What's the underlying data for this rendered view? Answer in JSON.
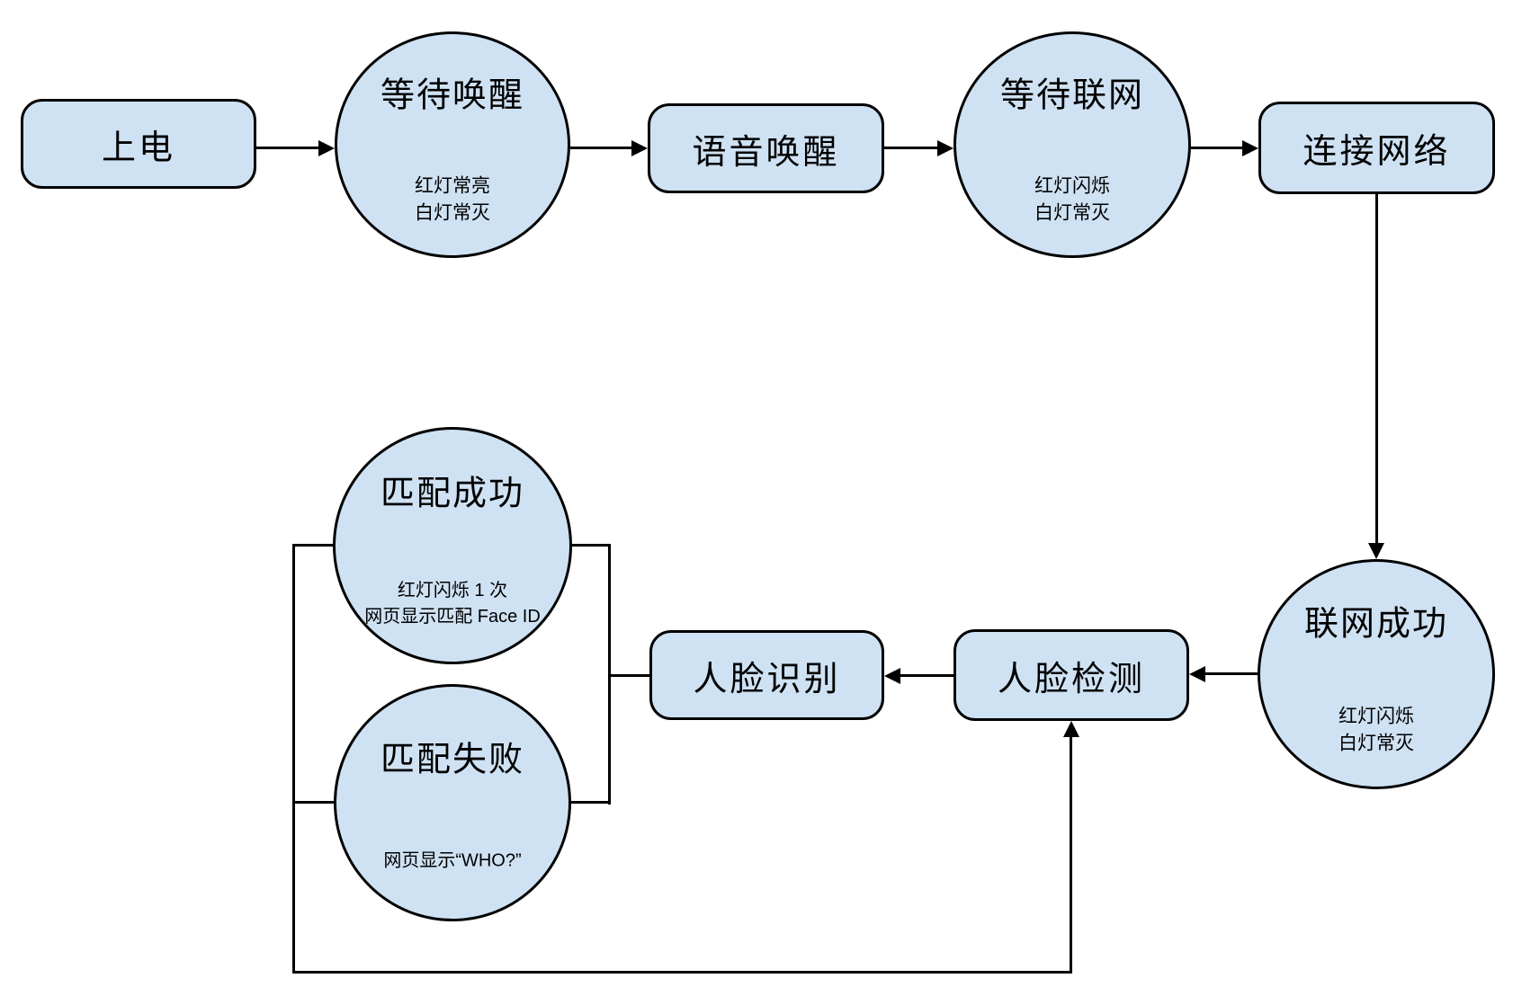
{
  "colors": {
    "background": "#ffffff",
    "node_fill": "#cfe2f3",
    "node_border": "#000000",
    "line": "#000000"
  },
  "nodes": {
    "power_on": {
      "label": "上电"
    },
    "wait_wake": {
      "title": "等待唤醒",
      "subtext": "红灯常亮\n白灯常灭"
    },
    "voice_wake": {
      "label": "语音唤醒"
    },
    "wait_network": {
      "title": "等待联网",
      "subtext": "红灯闪烁\n白灯常灭"
    },
    "connect_network": {
      "label": "连接网络"
    },
    "network_success": {
      "title": "联网成功",
      "subtext": "红灯闪烁\n白灯常灭"
    },
    "face_detect": {
      "label": "人脸检测"
    },
    "face_recognize": {
      "label": "人脸识别"
    },
    "match_success": {
      "title": "匹配成功",
      "subtext": "红灯闪烁 1 次\n网页显示匹配 Face ID"
    },
    "match_fail": {
      "title": "匹配失败",
      "subtext": "网页显示“WHO?”"
    }
  },
  "edges": [
    {
      "from": "上电",
      "to": "等待唤醒",
      "arrow": true
    },
    {
      "from": "等待唤醒",
      "to": "语音唤醒",
      "arrow": true
    },
    {
      "from": "语音唤醒",
      "to": "等待联网",
      "arrow": true
    },
    {
      "from": "等待联网",
      "to": "连接网络",
      "arrow": true
    },
    {
      "from": "连接网络",
      "to": "联网成功",
      "arrow": true
    },
    {
      "from": "联网成功",
      "to": "人脸检测",
      "arrow": true
    },
    {
      "from": "人脸检测",
      "to": "人脸识别",
      "arrow": true
    },
    {
      "from": "人脸识别",
      "to": "匹配成功",
      "arrow": false
    },
    {
      "from": "人脸识别",
      "to": "匹配失败",
      "arrow": false
    },
    {
      "from": "匹配成功",
      "to": "人脸检测",
      "arrow": true
    },
    {
      "from": "匹配失败",
      "to": "人脸检测",
      "arrow": true
    }
  ]
}
